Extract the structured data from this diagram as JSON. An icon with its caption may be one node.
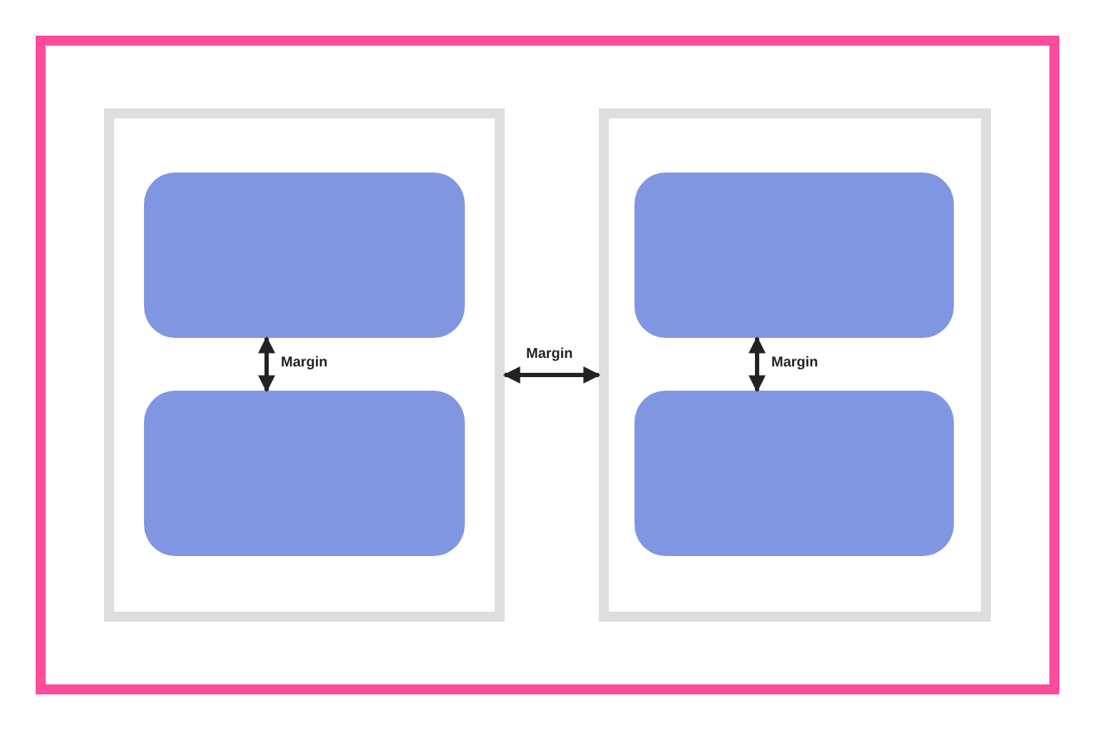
{
  "diagram": {
    "nodes": [
      {
        "text": [],
        "shape": "box"
      },
      {
        "text": [],
        "shape": "box",
        "in": 0
      },
      {
        "text": [],
        "shape": "box",
        "in": 1
      },
      {
        "text": [],
        "shape": "box",
        "in": 1
      },
      {
        "text": [],
        "shape": "box",
        "in": 0
      },
      {
        "text": [],
        "shape": "box",
        "in": 4
      },
      {
        "text": [],
        "shape": "box",
        "in": 4
      }
    ],
    "edges": [
      {
        "from": 2,
        "to": 3,
        "arrow": "both",
        "label": "Margin"
      },
      {
        "from": 1,
        "to": 4,
        "arrow": "both",
        "label": "Margin"
      },
      {
        "from": 5,
        "to": 6,
        "arrow": "both",
        "label": "Margin"
      }
    ]
  }
}
